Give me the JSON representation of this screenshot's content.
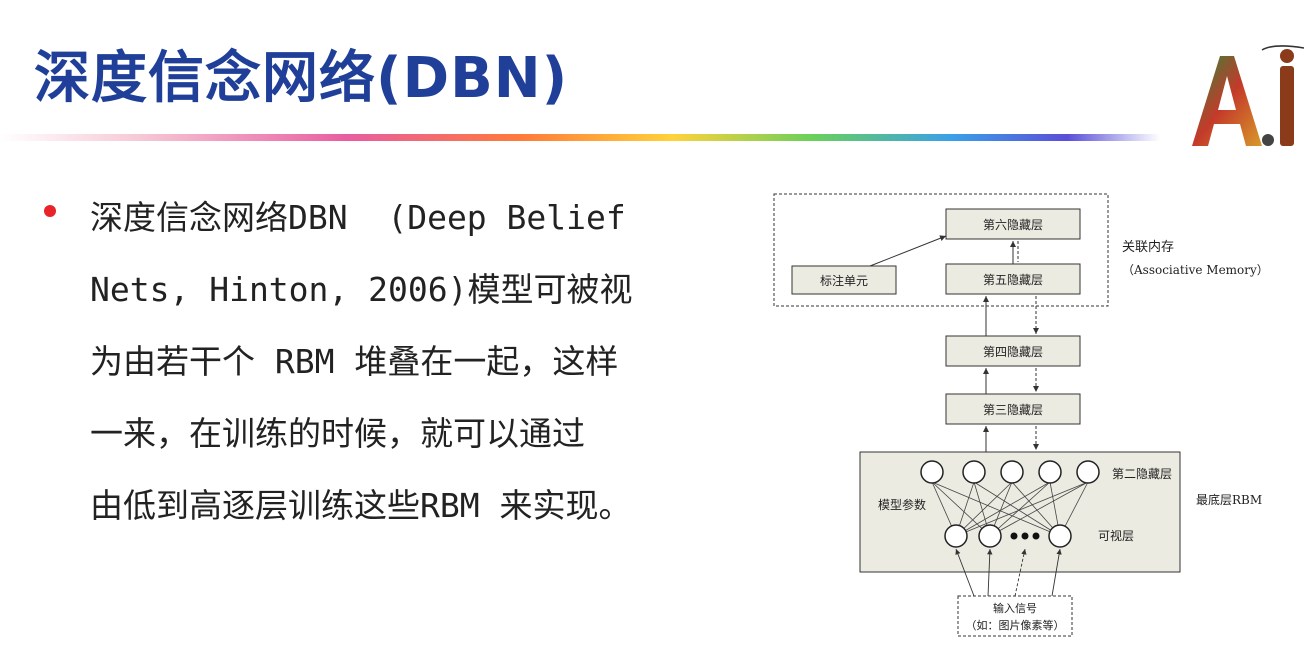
{
  "slide": {
    "title": "深度信念网络(DBN)",
    "body_lines": [
      "深度信念网络DBN  (Deep Belief",
      "Nets, Hinton, 2006)模型可被视",
      "为由若干个 RBM 堆叠在一起，这样",
      "一来，在训练的时候，就可以通过",
      "由低到高逐层训练这些RBM 来实现。"
    ],
    "logo_text": "A.I."
  },
  "diagram": {
    "layer6": "第六隐藏层",
    "layer5": "第五隐藏层",
    "layer4": "第四隐藏层",
    "layer3": "第三隐藏层",
    "layer2": "第二隐藏层",
    "label_unit": "标注单元",
    "assoc_title": "关联内存",
    "assoc_sub": "（Associative Memory）",
    "model_params": "模型参数",
    "visible": "可视层",
    "bottom_rbm": "最底层RBM",
    "input_line1": "输入信号",
    "input_line2": "（如：图片像素等）"
  },
  "colors": {
    "title": "#1f3f99",
    "bullet": "#e8242a",
    "box_fill": "#ecebe2"
  }
}
